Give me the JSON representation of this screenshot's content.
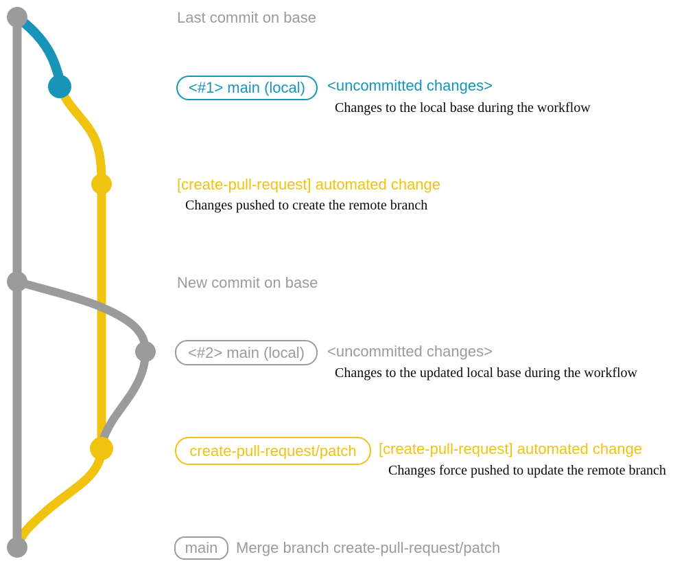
{
  "colors": {
    "base_gray": "#9b9b9b",
    "local_blue": "#1894b8",
    "branch_yellow": "#f0c311",
    "desc_black": "#0a0a0a"
  },
  "rows": {
    "r1": {
      "text": "Last commit on base"
    },
    "r2": {
      "label": "<#1> main (local)",
      "message": "<uncommitted changes>",
      "description": "Changes to the local base during the workflow"
    },
    "r3": {
      "message": "[create-pull-request] automated change",
      "description": "Changes pushed to create the remote branch"
    },
    "r4": {
      "text": "New commit on base"
    },
    "r5": {
      "label": "<#2> main (local)",
      "message": "<uncommitted changes>",
      "description": "Changes to the updated local base during the workflow"
    },
    "r6": {
      "label": "create-pull-request/patch",
      "message": "[create-pull-request] automated change",
      "description": "Changes force pushed to update the remote branch"
    },
    "r7": {
      "label": "main",
      "message": "Merge branch create-pull-request/patch"
    }
  }
}
